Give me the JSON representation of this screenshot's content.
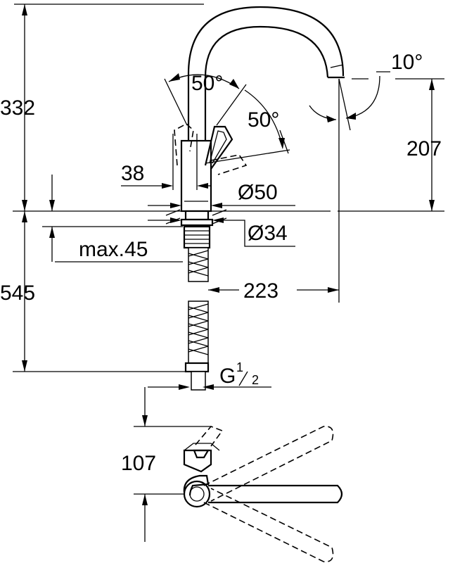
{
  "dimensions": {
    "spout_height": "332",
    "below_counter": "545",
    "lever_angle_top": "50°",
    "lever_angle_side": "50°",
    "spout_angle": "10°",
    "outlet_height": "207",
    "lever_offset": "38",
    "body_diameter": "Ø50",
    "hole_diameter": "Ø34",
    "max_counter_thickness": "max.45",
    "spout_reach": "223",
    "connection_letter": "G",
    "connection_num": "1",
    "connection_den": "2",
    "plan_depth": "107"
  }
}
